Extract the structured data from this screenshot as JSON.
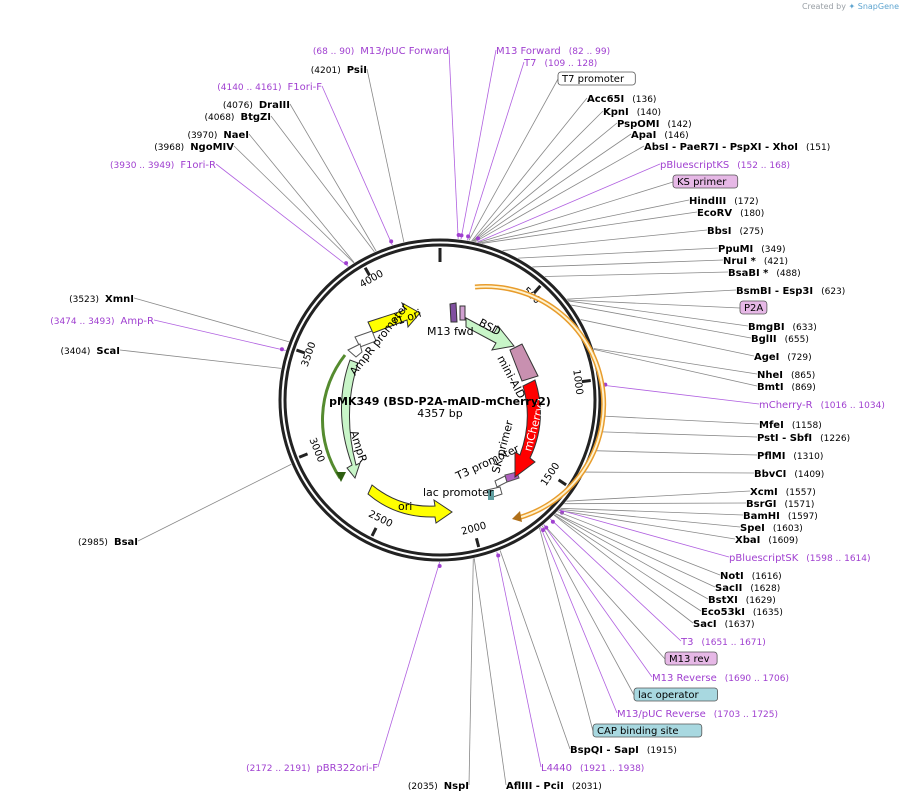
{
  "credit": {
    "prefix": "Created by",
    "brand": "SnapGene"
  },
  "plasmid": {
    "name": "pMK349 (BSD-P2A-mAID-mCherry2)",
    "length": "4357 bp"
  },
  "ticks": [
    "500",
    "1000",
    "1500",
    "2000",
    "2500",
    "3000",
    "3500",
    "4000"
  ],
  "features": [
    {
      "name": "f1 ori",
      "color": "#ffff00"
    },
    {
      "name": "AmpR promoter",
      "color": "#ffffff"
    },
    {
      "name": "AmpR",
      "color": "#c8f5c8"
    },
    {
      "name": "ori",
      "color": "#ffff00"
    },
    {
      "name": "lac promoter",
      "color": "#ffffff"
    },
    {
      "name": "T3 promoter",
      "color": "#ffffff"
    },
    {
      "name": "SK primer",
      "color": "#d0a0d0"
    },
    {
      "name": "mCherry2",
      "color": "#ff0000"
    },
    {
      "name": "mini-AID",
      "color": "#c890b0"
    },
    {
      "name": "BSD",
      "color": "#c8f5c8"
    },
    {
      "name": "M13 fwd",
      "color": "#d0a0d0"
    }
  ],
  "labels": [
    {
      "id": "l01",
      "kind": "site",
      "name": "PsiI",
      "pos": "(4201)"
    },
    {
      "id": "l02",
      "kind": "primer",
      "name": "M13/pUC Forward",
      "pos": "(68 .. 90)"
    },
    {
      "id": "l03",
      "kind": "primer",
      "name": "M13 Forward",
      "pos": "(82 .. 99)"
    },
    {
      "id": "l04",
      "kind": "primer",
      "name": "T7",
      "pos": "(109 .. 128)"
    },
    {
      "id": "l05",
      "kind": "box",
      "name": "T7 promoter",
      "pos": ""
    },
    {
      "id": "l06",
      "kind": "primer",
      "name": "F1ori-F",
      "pos": "(4140 .. 4161)"
    },
    {
      "id": "l07",
      "kind": "site",
      "name": "DraIII",
      "pos": "(4076)"
    },
    {
      "id": "l08",
      "kind": "site",
      "name": "BtgZI",
      "pos": "(4068)"
    },
    {
      "id": "l09",
      "kind": "site",
      "name": "NaeI",
      "pos": "(3970)"
    },
    {
      "id": "l10",
      "kind": "site",
      "name": "NgoMIV",
      "pos": "(3968)"
    },
    {
      "id": "l11",
      "kind": "primer",
      "name": "F1ori-R",
      "pos": "(3930 .. 3949)"
    },
    {
      "id": "l12",
      "kind": "site",
      "name": "Acc65I",
      "pos": "(136)"
    },
    {
      "id": "l13",
      "kind": "site",
      "name": "KpnI",
      "pos": "(140)"
    },
    {
      "id": "l14",
      "kind": "site",
      "name": "PspOMI",
      "pos": "(142)"
    },
    {
      "id": "l15",
      "kind": "site",
      "name": "ApaI",
      "pos": "(146)"
    },
    {
      "id": "l16",
      "kind": "site",
      "name": "AbsI  - PaeR7I  - PspXI  - XhoI",
      "pos": "(151)"
    },
    {
      "id": "l17",
      "kind": "primer",
      "name": "pBluescriptKS",
      "pos": "(152 .. 168)"
    },
    {
      "id": "l18",
      "kind": "box",
      "name": "KS primer",
      "pos": ""
    },
    {
      "id": "l19",
      "kind": "site",
      "name": "HindIII",
      "pos": "(172)"
    },
    {
      "id": "l20",
      "kind": "site",
      "name": "EcoRV",
      "pos": "(180)"
    },
    {
      "id": "l21",
      "kind": "site",
      "name": "BbsI",
      "pos": "(275)"
    },
    {
      "id": "l22",
      "kind": "site",
      "name": "PpuMI",
      "pos": "(349)"
    },
    {
      "id": "l23",
      "kind": "site",
      "name": "NruI *",
      "pos": "(421)"
    },
    {
      "id": "l24",
      "kind": "site",
      "name": "BsaBI *",
      "pos": "(488)"
    },
    {
      "id": "l25",
      "kind": "site",
      "name": "BsmBI  - Esp3I",
      "pos": "(623)"
    },
    {
      "id": "l26",
      "kind": "box",
      "name": "P2A",
      "pos": ""
    },
    {
      "id": "l27",
      "kind": "site",
      "name": "BmgBI",
      "pos": "(633)"
    },
    {
      "id": "l28",
      "kind": "site",
      "name": "BglII",
      "pos": "(655)"
    },
    {
      "id": "l29",
      "kind": "site",
      "name": "AgeI",
      "pos": "(729)"
    },
    {
      "id": "l30",
      "kind": "site",
      "name": "NheI",
      "pos": "(865)"
    },
    {
      "id": "l31",
      "kind": "site",
      "name": "BmtI",
      "pos": "(869)"
    },
    {
      "id": "l32",
      "kind": "site",
      "name": "XmnI",
      "pos": "(3523)"
    },
    {
      "id": "l33",
      "kind": "primer",
      "name": "Amp-R",
      "pos": "(3474 .. 3493)"
    },
    {
      "id": "l34",
      "kind": "site",
      "name": "ScaI",
      "pos": "(3404)"
    },
    {
      "id": "l35",
      "kind": "primer",
      "name": "mCherry-R",
      "pos": "(1016 .. 1034)"
    },
    {
      "id": "l36",
      "kind": "site",
      "name": "MfeI",
      "pos": "(1158)"
    },
    {
      "id": "l37",
      "kind": "site",
      "name": "PstI  - SbfI",
      "pos": "(1226)"
    },
    {
      "id": "l38",
      "kind": "site",
      "name": "PflMI",
      "pos": "(1310)"
    },
    {
      "id": "l39",
      "kind": "site",
      "name": "BbvCI",
      "pos": "(1409)"
    },
    {
      "id": "l40",
      "kind": "site",
      "name": "XcmI",
      "pos": "(1557)"
    },
    {
      "id": "l41",
      "kind": "site",
      "name": "BsrGI",
      "pos": "(1571)"
    },
    {
      "id": "l42",
      "kind": "site",
      "name": "BamHI",
      "pos": "(1597)"
    },
    {
      "id": "l43",
      "kind": "site",
      "name": "SpeI",
      "pos": "(1603)"
    },
    {
      "id": "l44",
      "kind": "site",
      "name": "XbaI",
      "pos": "(1609)"
    },
    {
      "id": "l45",
      "kind": "primer",
      "name": "pBluescriptSK",
      "pos": "(1598 .. 1614)"
    },
    {
      "id": "l46",
      "kind": "site",
      "name": "BsaI",
      "pos": "(2985)"
    },
    {
      "id": "l47",
      "kind": "site",
      "name": "NotI",
      "pos": "(1616)"
    },
    {
      "id": "l48",
      "kind": "site",
      "name": "SacII",
      "pos": "(1628)"
    },
    {
      "id": "l49",
      "kind": "site",
      "name": "BstXI",
      "pos": "(1629)"
    },
    {
      "id": "l50",
      "kind": "site",
      "name": "Eco53kI",
      "pos": "(1635)"
    },
    {
      "id": "l51",
      "kind": "site",
      "name": "SacI",
      "pos": "(1637)"
    },
    {
      "id": "l52",
      "kind": "primer",
      "name": "T3",
      "pos": "(1651 .. 1671)"
    },
    {
      "id": "l53",
      "kind": "box",
      "name": "M13 rev",
      "pos": ""
    },
    {
      "id": "l54",
      "kind": "primer",
      "name": "M13 Reverse",
      "pos": "(1690 .. 1706)"
    },
    {
      "id": "l55",
      "kind": "box",
      "name": "lac operator",
      "pos": ""
    },
    {
      "id": "l56",
      "kind": "primer",
      "name": "M13/pUC Reverse",
      "pos": "(1703 .. 1725)"
    },
    {
      "id": "l57",
      "kind": "box",
      "name": "CAP binding site",
      "pos": ""
    },
    {
      "id": "l58",
      "kind": "site",
      "name": "BspQI  - SapI",
      "pos": "(1915)"
    },
    {
      "id": "l59",
      "kind": "primer",
      "name": "L4440",
      "pos": "(1921 .. 1938)"
    },
    {
      "id": "l60",
      "kind": "primer",
      "name": "pBR322ori-F",
      "pos": "(2172 .. 2191)"
    },
    {
      "id": "l61",
      "kind": "site",
      "name": "NspI",
      "pos": "(2035)"
    },
    {
      "id": "l62",
      "kind": "site",
      "name": "AflIII  - PciI",
      "pos": "(2031)"
    }
  ]
}
